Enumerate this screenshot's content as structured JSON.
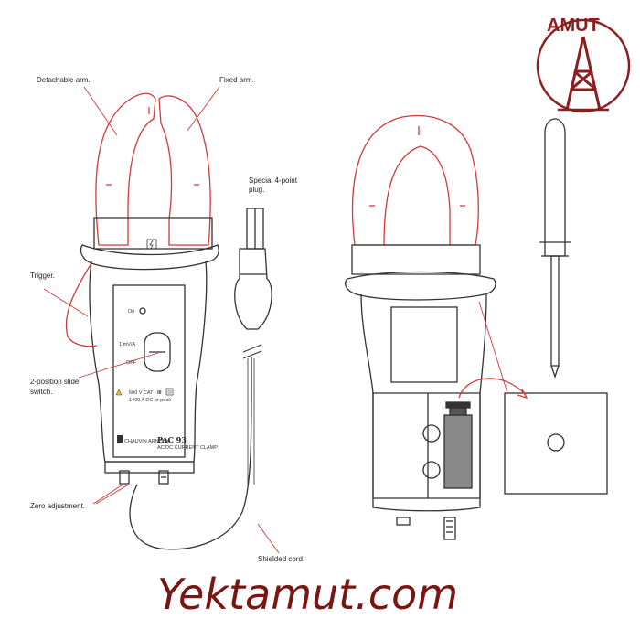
{
  "labels": {
    "detachable_arm": "Detachable arm.",
    "fixed_arm": "Fixed arm.",
    "special_plug_line1": "Special 4-point",
    "special_plug_line2": "plug.",
    "trigger": "Trigger.",
    "slide_switch_line1": "2-position slide",
    "slide_switch_line2": "switch.",
    "zero_adjustment": "Zero adjustment.",
    "shielded_cord": "Shielded cord."
  },
  "device": {
    "on_label": "On",
    "scale_label": "1 mV/A",
    "off_label": "OFF",
    "rating": "600 V CAT",
    "rating_roman": "III",
    "peak": "1400 A DC or peak",
    "model": "PAC 93",
    "brand": "CHAUVIN ARNOUX",
    "tagline": "AC/DC CURRENT CLAMP",
    "warning_icon": "warning-triangle-icon",
    "double_insulation_icon": "double-insulation-icon",
    "lightning_icon": "lightning-icon"
  },
  "logo": {
    "text": "AMUT"
  },
  "watermark": {
    "text": "Yektamut.com"
  },
  "colors": {
    "callout": "#d43a3a",
    "logo": "#8b1e1e",
    "watermark": "#7a1512",
    "outline": "#333333"
  }
}
